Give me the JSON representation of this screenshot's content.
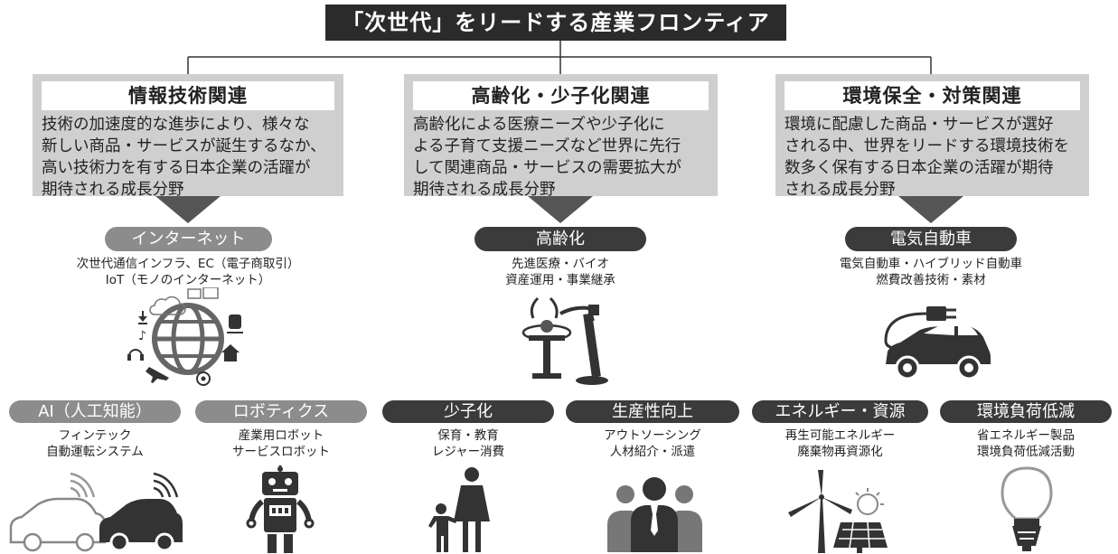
{
  "title": "「次世代」をリードする産業フロンティア",
  "categories": [
    {
      "heading": "情報技術関連",
      "lines": [
        "技術の加速度的な進歩により、様々な",
        "新しい商品・サービスが誕生するなか、",
        "高い技術力を有する日本企業の活躍が",
        "期待される成長分野"
      ]
    },
    {
      "heading": "高齢化・少子化関連",
      "lines": [
        "高齢化による医療ニーズや少子化に",
        "よる子育て支援ニーズなど世界に先行",
        "して関連商品・サービスの需要拡大が",
        "期待される成長分野"
      ]
    },
    {
      "heading": "環境保全・対策関連",
      "lines": [
        "環境に配慮した商品・サービスが選好",
        "される中、世界をリードする環境技術を",
        "数多く保有する日本企業の活躍が期待",
        "される成長分野"
      ]
    }
  ],
  "mid_themes": [
    {
      "label": "インターネット",
      "items": [
        "次世代通信インフラ、EC（電子商取引）",
        "IoT（モノのインターネット）"
      ]
    },
    {
      "label": "高齢化",
      "items": [
        "先進医療・バイオ",
        "資産運用・事業継承"
      ]
    },
    {
      "label": "電気自動車",
      "items": [
        "電気自動車・ハイブリッド自動車",
        "燃費改善技術・素材"
      ]
    }
  ],
  "bottom_themes": [
    {
      "label": "AI（人工知能）",
      "items": [
        "フィンテック",
        "自動運転システム"
      ]
    },
    {
      "label": "ロボティクス",
      "items": [
        "産業用ロボット",
        "サービスロボット"
      ]
    },
    {
      "label": "少子化",
      "items": [
        "保育・教育",
        "レジャー消費"
      ]
    },
    {
      "label": "生産性向上",
      "items": [
        "アウトソーシング",
        "人材紹介・派遣"
      ]
    },
    {
      "label": "エネルギー・資源",
      "items": [
        "再生可能エネルギー",
        "廃棄物再資源化"
      ]
    },
    {
      "label": "環境負荷低減",
      "items": [
        "省エネルギー製品",
        "環境負荷低減活動"
      ]
    }
  ],
  "icons": [
    "globe-network-icon",
    "medical-robot-icon",
    "electric-car-icon",
    "connected-cars-icon",
    "robot-icon",
    "parent-child-icon",
    "business-people-icon",
    "wind-solar-icon",
    "led-bulb-icon"
  ]
}
